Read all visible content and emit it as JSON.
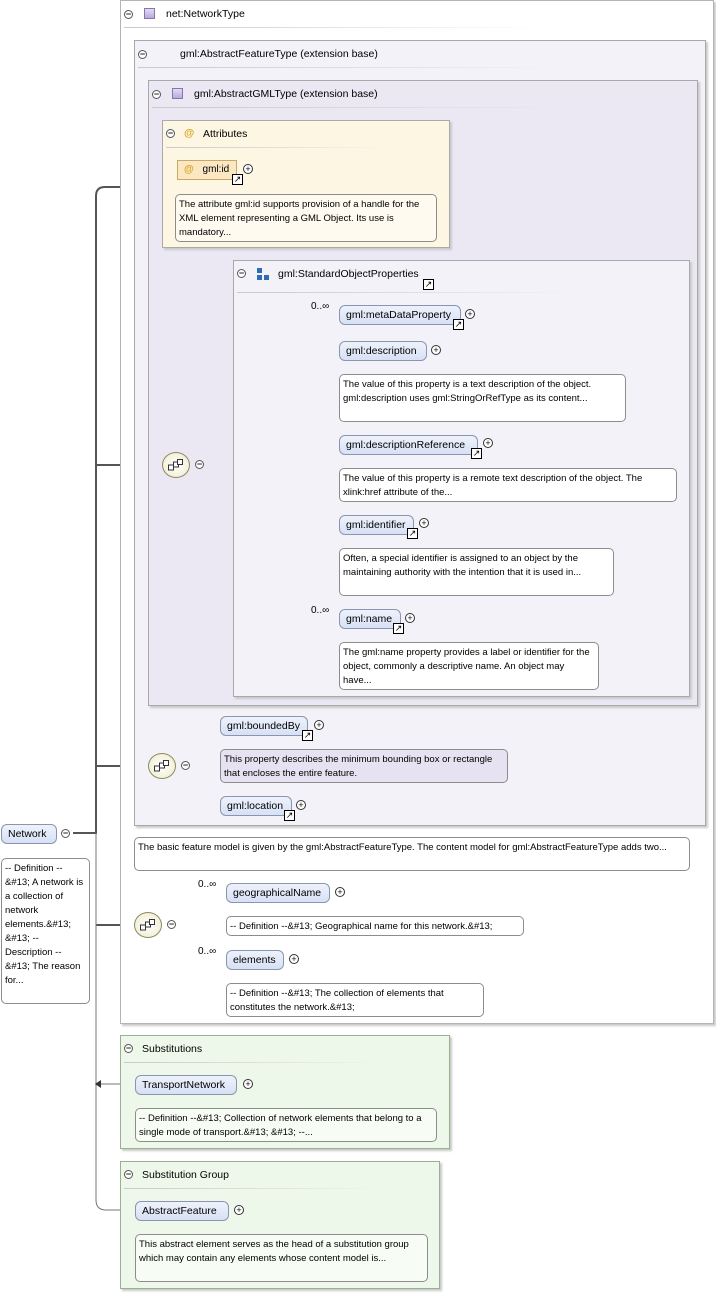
{
  "root": {
    "label": "Network",
    "annotation": "-- Definition --&#13; A network is a collection of network elements.&#13; &#13; -- Description --&#13; The reason for..."
  },
  "network_type": {
    "title": "net:NetworkType"
  },
  "abstract_feature_type": {
    "title": "gml:AbstractFeatureType (extension base)",
    "annotation": "The basic feature model is given by the gml:AbstractFeatureType. The content model for gml:AbstractFeatureType adds two..."
  },
  "abstract_gml_type": {
    "title": "gml:AbstractGMLType (extension base)"
  },
  "attributes": {
    "title": "Attributes",
    "id_label": "gml:id",
    "id_annotation": "The attribute gml:id supports provision of a handle for the XML element representing a GML Object. Its use is mandatory..."
  },
  "standard_object_properties": {
    "title": "gml:StandardObjectProperties",
    "items": [
      {
        "label": "gml:metaDataProperty",
        "occurs": "0..∞",
        "annotation": ""
      },
      {
        "label": "gml:description",
        "occurs": "",
        "annotation": "The value of this property is a text description of the object. gml:description uses gml:StringOrRefType as its content..."
      },
      {
        "label": "gml:descriptionReference",
        "occurs": "",
        "annotation": "The value of this property is a remote text description of the object. The xlink:href attribute of the..."
      },
      {
        "label": "gml:identifier",
        "occurs": "",
        "annotation": "Often, a special identifier is assigned to an object by the maintaining authority with the intention that it is used in..."
      },
      {
        "label": "gml:name",
        "occurs": "0..∞",
        "annotation": "The gml:name property provides a label or identifier for the object, commonly a descriptive name. An object may have..."
      }
    ]
  },
  "feature_props": {
    "bounded_by": "gml:boundedBy",
    "bounded_by_annotation": "This property describes the minimum bounding box or rectangle that encloses the entire feature.",
    "location": "gml:location"
  },
  "network_children": [
    {
      "label": "geographicalName",
      "occurs": "0..∞",
      "annotation": "-- Definition --&#13; Geographical name for this network.&#13;"
    },
    {
      "label": "elements",
      "occurs": "0..∞",
      "annotation": "-- Definition --&#13; The collection of elements that constitutes the network.&#13;"
    }
  ],
  "substitutions": {
    "title": "Substitutions",
    "element": "TransportNetwork",
    "annotation": "-- Definition --&#13; Collection of network elements that belong to a single mode of transport.&#13; &#13; --..."
  },
  "substitution_group": {
    "title": "Substitution Group",
    "element": "AbstractFeature",
    "annotation": "This abstract element serves as the head of a substitution group which may contain any elements whose content model is..."
  },
  "glyphs": {
    "minus": "−",
    "plus": "+",
    "attr": "@",
    "link": "↗"
  },
  "colors": {
    "element_fill": "#d7e1f5",
    "complex_type_bg": "#f4f2f9",
    "attribute_bg": "#fdf6e3",
    "substitution_bg": "#eef8ea"
  }
}
